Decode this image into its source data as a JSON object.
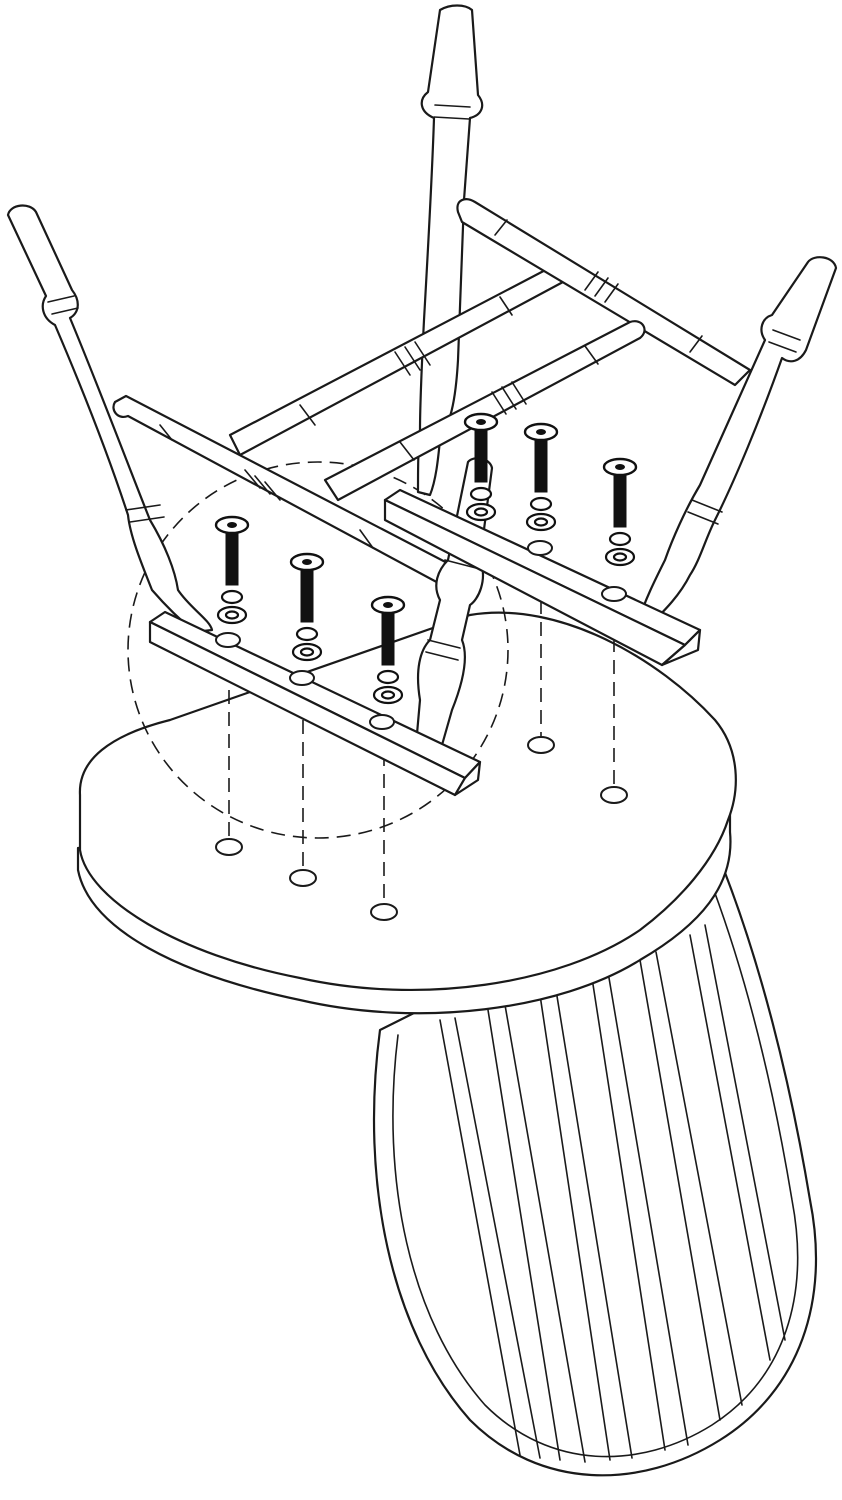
{
  "diagram": {
    "subject": "chair-underside-assembly",
    "colors": {
      "line": "#1a1a1a",
      "background": "#ffffff",
      "bolt": "#111111"
    },
    "icons": [
      "bolt-icon",
      "washer-icon",
      "hole-icon"
    ],
    "bolt_count": 6,
    "detail_callout": "dashed-circle"
  }
}
